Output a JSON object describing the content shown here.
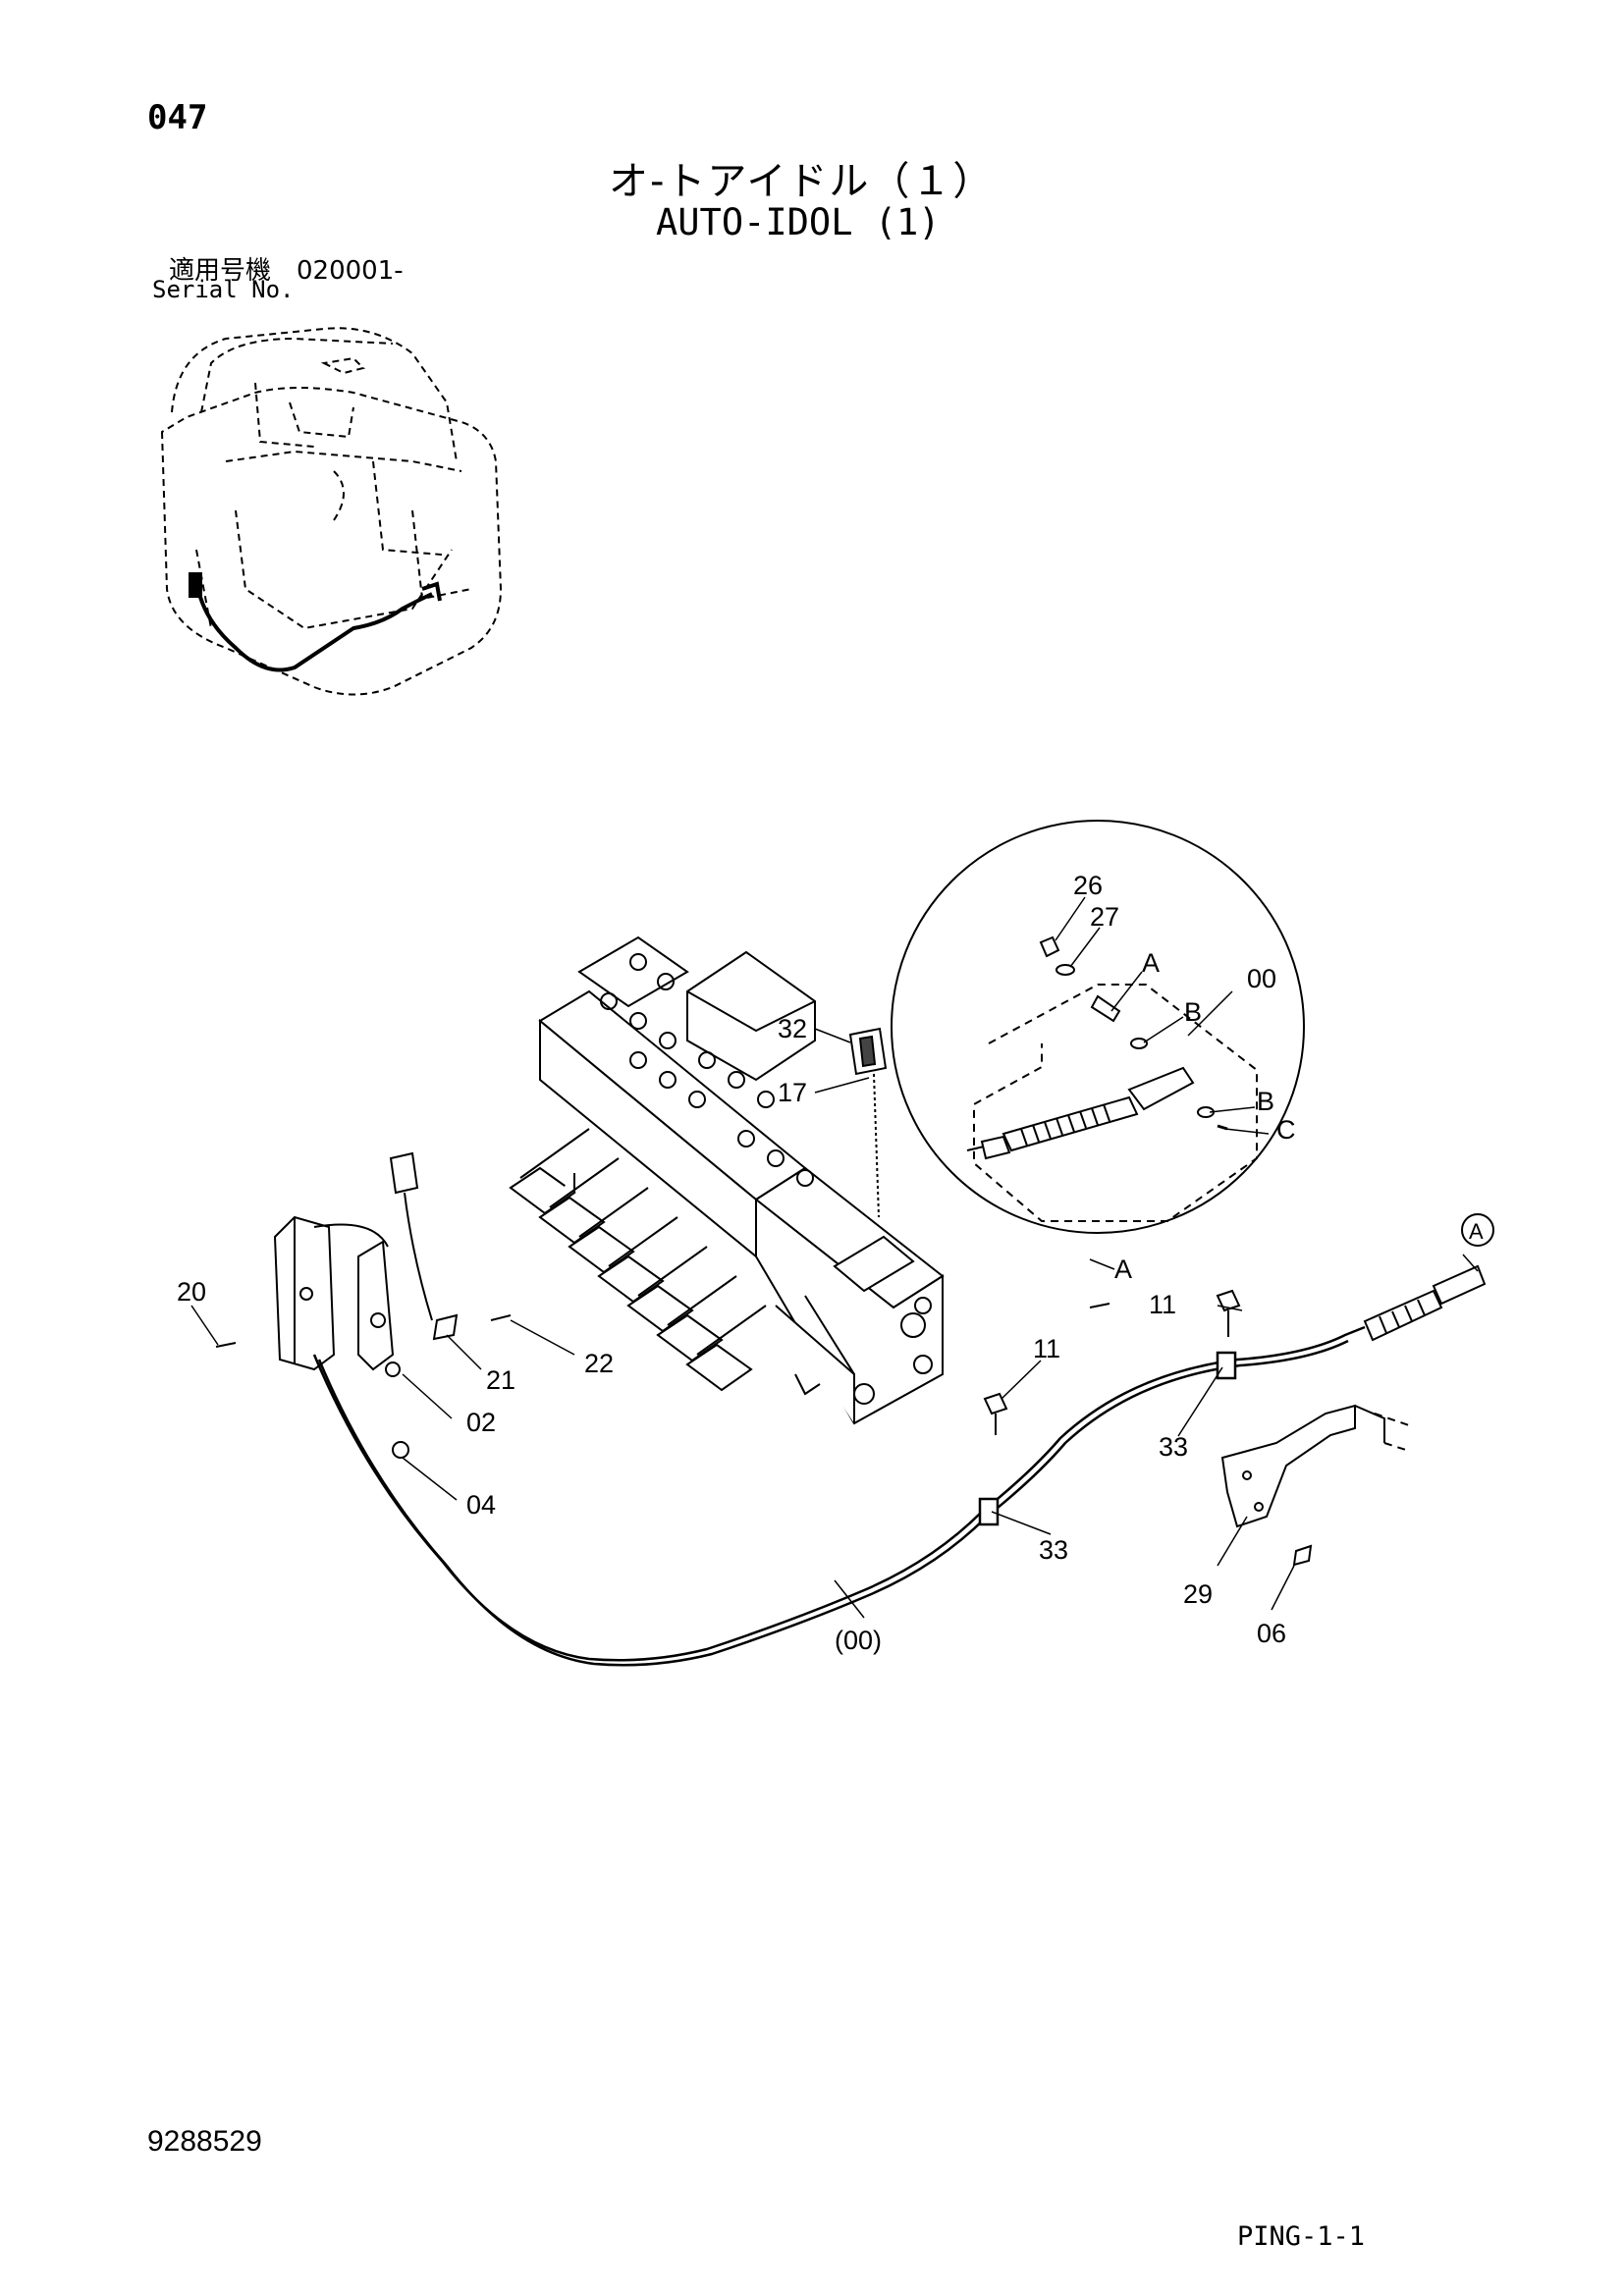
{
  "header": {
    "page_number": "047",
    "title_jp": "オ-トアイドル（１）",
    "title_en": "AUTO-IDOL (1)",
    "serial_label_jp": "適用号機　020001-",
    "serial_label_en": "Serial No."
  },
  "footer": {
    "document_number": "9288529",
    "sheet_ref": "PING-1-1"
  },
  "callouts": {
    "c26": "26",
    "c27": "27",
    "cA1": "A",
    "c00": "00",
    "cB1": "B",
    "cB2": "B",
    "cC": "C",
    "cA2": "A",
    "c32": "32",
    "c17": "17",
    "c20": "20",
    "c21": "21",
    "c22": "22",
    "c02": "02",
    "c04": "04",
    "c11a": "11",
    "c11b": "11",
    "c33a": "33",
    "c33b": "33",
    "c29": "29",
    "c06": "06",
    "c00p": "(00)",
    "cAcircle": "A"
  }
}
